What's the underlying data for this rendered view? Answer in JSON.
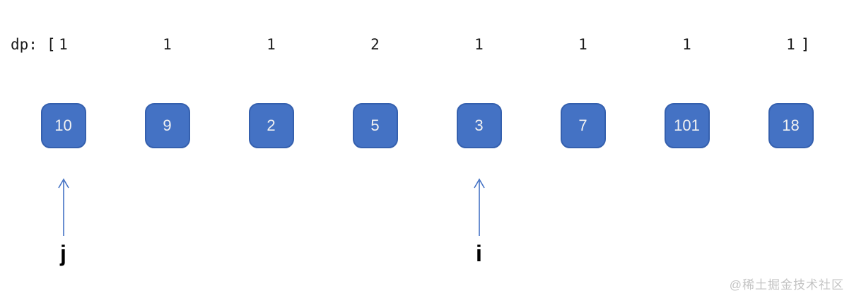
{
  "dp": {
    "label": "dp:",
    "open_bracket": "[",
    "close_bracket": "]",
    "values": [
      "1",
      "1",
      "1",
      "2",
      "1",
      "1",
      "1",
      "1"
    ]
  },
  "nums": [
    "10",
    "9",
    "2",
    "5",
    "3",
    "7",
    "101",
    "18"
  ],
  "pointers": [
    {
      "index": 0,
      "label": "j"
    },
    {
      "index": 4,
      "label": "i"
    }
  ],
  "colors": {
    "box_fill": "#4472C4",
    "box_border": "#3560AE",
    "box_text": "#F2F2F2",
    "arrow": "#4472C4",
    "pointer_text": "#000000",
    "watermark": "#C4C4C4"
  },
  "watermark": {
    "text": "@稀土掘金技术社区"
  }
}
